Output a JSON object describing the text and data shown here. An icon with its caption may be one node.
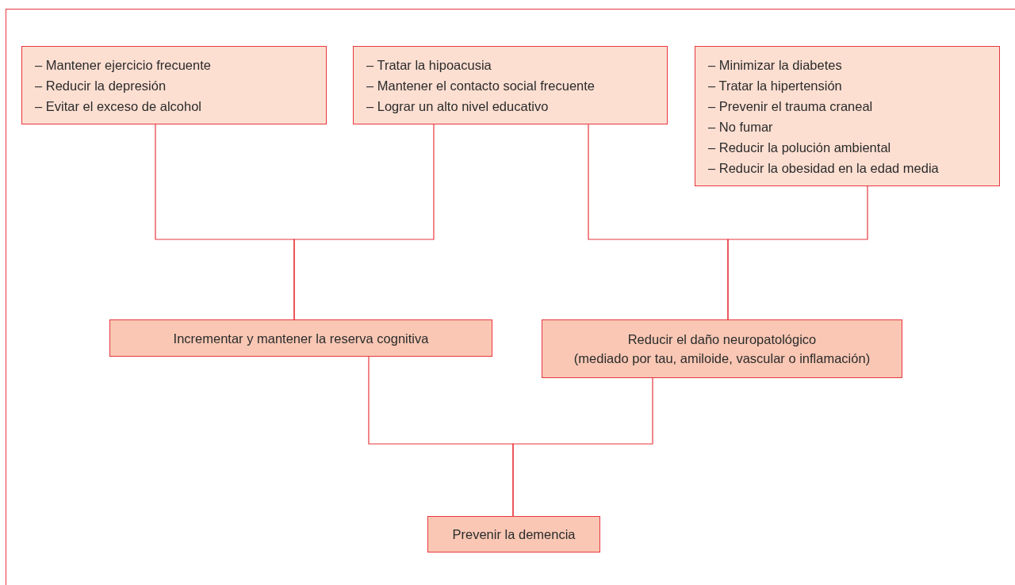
{
  "diagram": {
    "nodes": [
      {
        "text": [
          "– Mantener ejercicio frecuente",
          "– Reducir la depresión",
          "– Evitar el exceso de alcohol"
        ]
      },
      {
        "text": [
          "– Tratar la hipoacusia",
          "– Mantener el contacto social frecuente",
          "– Lograr un alto nivel educativo"
        ]
      },
      {
        "text": [
          "– Minimizar la diabetes",
          "– Tratar la hipertensión",
          "– Prevenir el trauma craneal",
          "– No fumar",
          "– Reducir la polución ambiental",
          "– Reducir la obesidad en la edad media"
        ]
      },
      {
        "text": [
          "Incrementar y mantener la reserva cognitiva"
        ]
      },
      {
        "text": [
          "Reducir el daño neuropatológico",
          "(mediado por tau, amiloide, vascular o inflamación)"
        ]
      },
      {
        "text": [
          "Prevenir la demencia"
        ]
      }
    ],
    "edges": [
      {
        "from": 0,
        "to": 3,
        "arrow": "none"
      },
      {
        "from": 1,
        "to": 3,
        "arrow": "none"
      },
      {
        "from": 1,
        "to": 4,
        "arrow": "none"
      },
      {
        "from": 2,
        "to": 4,
        "arrow": "none"
      },
      {
        "from": 3,
        "to": 5,
        "arrow": "none"
      },
      {
        "from": 4,
        "to": 5,
        "arrow": "none"
      }
    ]
  }
}
